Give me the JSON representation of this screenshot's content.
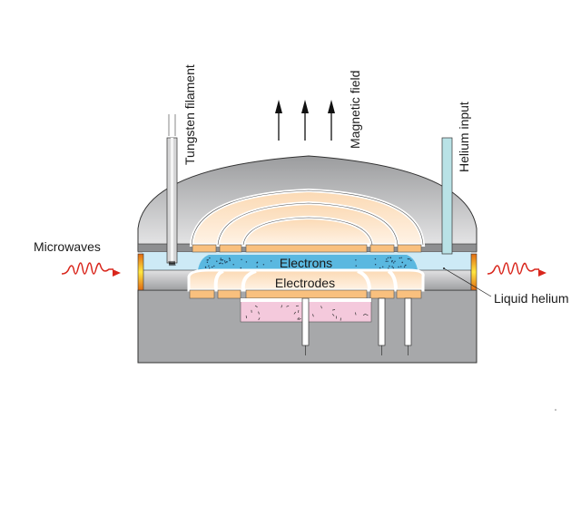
{
  "diagram": {
    "title": "Electrons on liquid helium apparatus",
    "labels": {
      "tungsten_filament": "Tungsten filament",
      "magnetic_field": "Magnetic field",
      "helium_input": "Helium input",
      "microwaves": "Microwaves",
      "electrons": "Electrons",
      "electrodes": "Electrodes",
      "liquid_helium": "Liquid helium"
    },
    "colors": {
      "housing_gray": "#a7a8aa",
      "dome_gray": "#c4c5c7",
      "electrode_orange": "#f9c07e",
      "electrode_light": "#fde6cc",
      "liquid_helium": "#cdeaf6",
      "electron_layer": "#5ab8e0",
      "helium_tube": "#b9e2e6",
      "heater_pink": "#f4c9dc",
      "microwave_red": "#d9261c",
      "window_yellow": "#f6a21a"
    },
    "magnetic_field_arrows": 3
  }
}
